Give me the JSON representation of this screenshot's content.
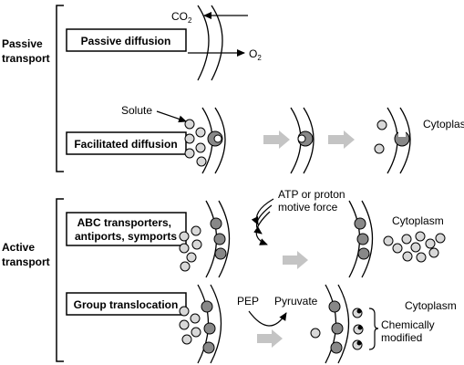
{
  "sections": {
    "passive": {
      "line1": "Passive",
      "line2": "transport"
    },
    "active": {
      "line1": "Active",
      "line2": "transport"
    }
  },
  "boxes": {
    "passive_diffusion": "Passive diffusion",
    "facilitated_diffusion": "Facilitated diffusion",
    "abc_line1": "ABC transporters,",
    "abc_line2": "antiports, symports",
    "group_translocation": "Group translocation"
  },
  "labels": {
    "co2": "CO",
    "co2_sub": "2",
    "o2": "O",
    "o2_sub": "2",
    "solute": "Solute",
    "cytoplasm_1": "Cytoplasm",
    "atp_line1": "ATP or proton",
    "atp_line2": "motive force",
    "cytoplasm_2": "Cytoplasm",
    "pep": "PEP",
    "pyruvate": "Pyruvate",
    "cytoplasm_3": "Cytoplasm",
    "chem_line1": "Chemically",
    "chem_line2": "modified"
  },
  "colors": {
    "molecule_fill": "#d8d8d8",
    "transporter_fill": "#888888",
    "process_arrow": "#c4c4c4"
  }
}
